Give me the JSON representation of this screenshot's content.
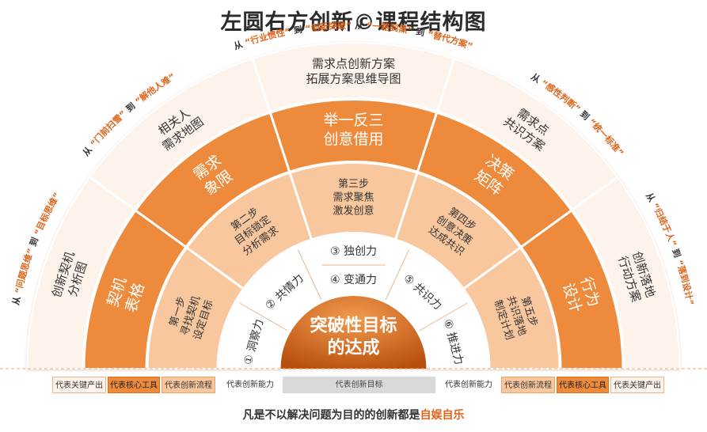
{
  "title": "左圆右方创新©课程结构图",
  "arcs": [
    {
      "q1": "“问题思维”",
      "to": "到",
      "q2": "“目标思维”"
    },
    {
      "q1": "“门前扫雪”",
      "to": "到",
      "q2": "“解他人难”"
    },
    {
      "q1": "“行业惯性”",
      "to": "到",
      "q2": "“创新突破”",
      "q3": "“一路到黑”",
      "q4": "“替代方案”"
    },
    {
      "q1": "“感性判断”",
      "to": "到",
      "q2": "“统一标准”"
    },
    {
      "q1": "“归结于人”",
      "to": "到",
      "q2": "“落到设计”"
    }
  ],
  "from_word": "从",
  "outputs": [
    [
      "创新契机",
      "分析图"
    ],
    [
      "相关人",
      "需求地图"
    ],
    [
      "需求点创新方案",
      "拓展方案思维导图"
    ],
    [
      "需求点",
      "共识方案"
    ],
    [
      "创新落地",
      "行动方案"
    ]
  ],
  "tools": [
    [
      "契机",
      "表格"
    ],
    [
      "需求",
      "象限"
    ],
    [
      "举一反三",
      "创意借用"
    ],
    [
      "决策",
      "矩阵"
    ],
    [
      "行为",
      "设计"
    ]
  ],
  "flows": [
    [
      "第一步",
      "寻找契机",
      "设定目标"
    ],
    [
      "第二步",
      "目标锁定",
      "分析需求"
    ],
    [
      "第三步",
      "需求聚焦",
      "激发创意"
    ],
    [
      "第四步",
      "创意决策",
      "达成共识"
    ],
    [
      "第五步",
      "共识落地",
      "制定计划"
    ]
  ],
  "abilities": [
    "① 洞察力",
    "② 共情力",
    "③ 独创力",
    "④ 变通力",
    "⑤ 共识力",
    "⑥ 推进力"
  ],
  "goal": [
    "突破性目标",
    "的达成"
  ],
  "legend": {
    "output": "代表关键产出",
    "tool": "代表核心工具",
    "flow": "代表创新流程",
    "ability": "代表创新能力",
    "goal": "代表创新目标"
  },
  "footer": {
    "prefix": "凡是不以解决问题为目的的创新都是",
    "highlight": "自娱自乐"
  },
  "colors": {
    "output": "#fdf3ea",
    "tool": "#ee8a3a",
    "flow": "#f8c79d",
    "ability": "#ffffff",
    "goal": "#c85a14",
    "accent": "#e0641a"
  }
}
